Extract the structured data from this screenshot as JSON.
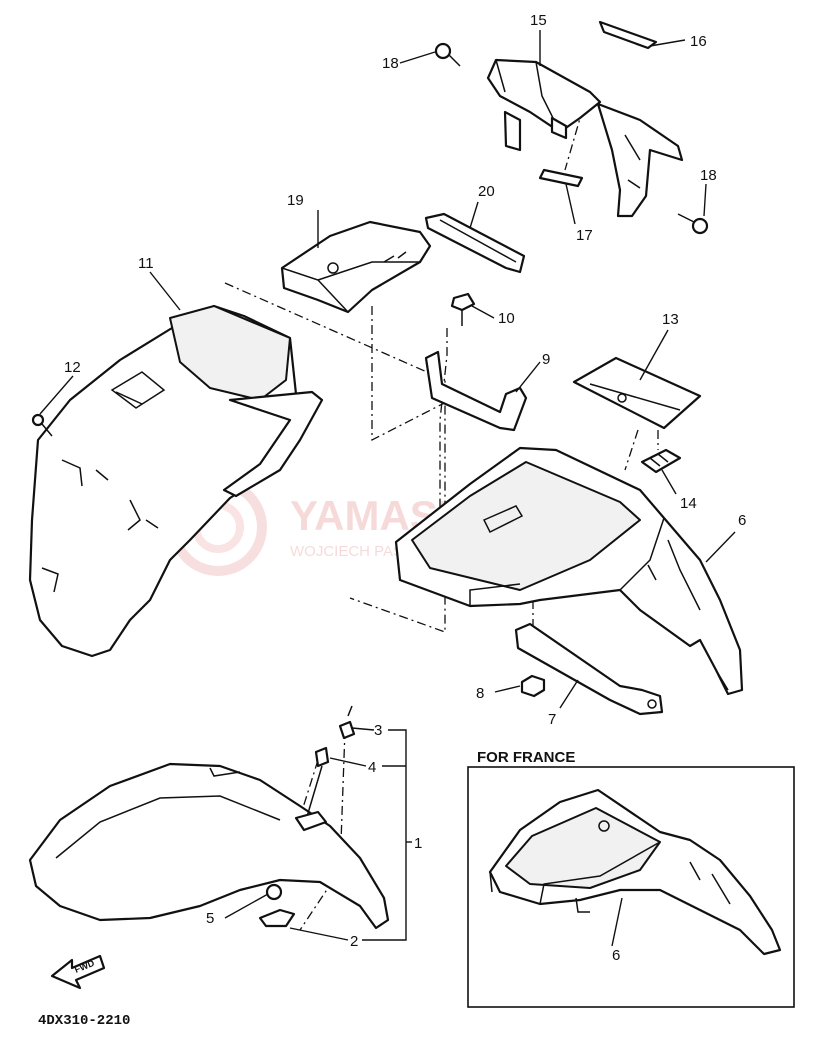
{
  "callouts": {
    "p1": "1",
    "p2": "2",
    "p3": "3",
    "p4": "4",
    "p5": "5",
    "p6a": "6",
    "p6b": "6",
    "p7": "7",
    "p8": "8",
    "p9": "9",
    "p10": "10",
    "p11": "11",
    "p12": "12",
    "p13": "13",
    "p14": "14",
    "p15": "15",
    "p16": "16",
    "p17": "17",
    "p18a": "18",
    "p18b": "18",
    "p19": "19",
    "p20": "20"
  },
  "inset": {
    "label": "FOR FRANCE"
  },
  "arrow": {
    "label": "FWD"
  },
  "footer": {
    "code": "4DX310-2210"
  },
  "watermark": {
    "line1": "YAMASHOP.PL",
    "line2": "WOJCIECH PASZTYŁEAL · YAMAHA"
  },
  "colors": {
    "ink": "#111111",
    "watermark": "#d23a3a"
  }
}
